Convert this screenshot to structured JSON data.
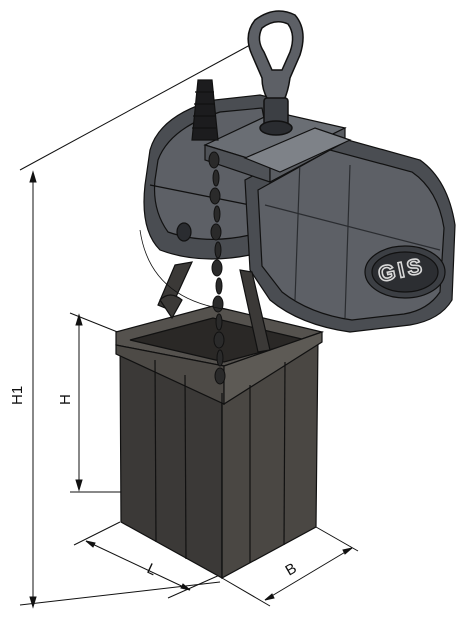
{
  "dimensions": {
    "h1_label": "H1",
    "h_label": "H",
    "l_label": "L",
    "b_label": "B"
  },
  "product": {
    "brand_logo": "GIS"
  },
  "colors": {
    "body_dark": "#4a4d52",
    "body_mid": "#6a6e74",
    "body_light": "#8d9197",
    "bag_dark": "#3b3937",
    "bag_mid": "#55524e",
    "line": "#111111"
  }
}
